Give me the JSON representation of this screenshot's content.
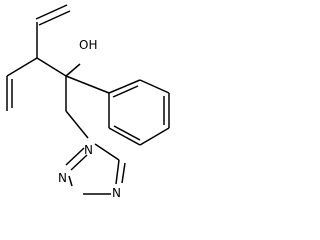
{
  "structure": {
    "labels": {
      "hydroxyl": "OH",
      "triazole_n1": "N",
      "triazole_n2": "N",
      "triazole_n4": "N"
    },
    "colors": {
      "bond": "#000000",
      "label": "#000000",
      "background": "#ffffff"
    }
  }
}
